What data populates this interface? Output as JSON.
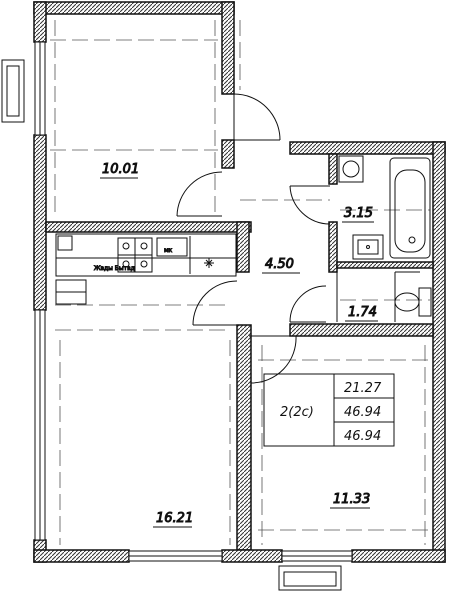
{
  "rooms": {
    "living_room_top": "10.01",
    "bathroom": "3.15",
    "hallway": "4.50",
    "toilet": "1.74",
    "living_room_bottom": "16.21",
    "bedroom": "11.33"
  },
  "summary": {
    "type": "2(2c)",
    "living_area": "21.27",
    "total_area": "46.94",
    "total_area_2": "46.94"
  },
  "kitchen_marks": {
    "appliance_label": "мк",
    "counter_text": "Жвды Бытвд"
  },
  "colors": {
    "wall_fill": "#4a4a4a",
    "wall_outline": "#111111",
    "line": "#111111",
    "dash": "#555555"
  }
}
